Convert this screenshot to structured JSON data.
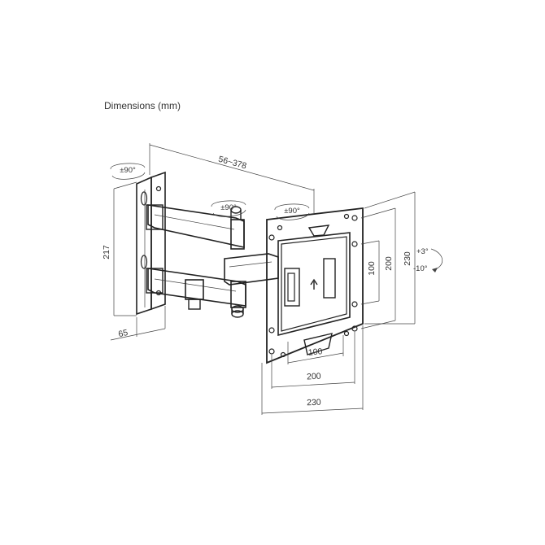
{
  "title": "Dimensions (mm)",
  "dimensions": {
    "arm_extension": "56~378",
    "wall_plate_height": "217",
    "wall_plate_depth": "65",
    "vesa_inner_h": "100",
    "vesa_outer_h": "200",
    "plate_total_h": "230",
    "vesa_inner_v": "100",
    "vesa_outer_v": "200",
    "plate_total_v": "230"
  },
  "rotations": {
    "wall_swivel": "±90°",
    "arm_swivel": "±90°",
    "head_swivel": "±90°",
    "tilt_up": "+3°",
    "tilt_down": "-10°"
  }
}
